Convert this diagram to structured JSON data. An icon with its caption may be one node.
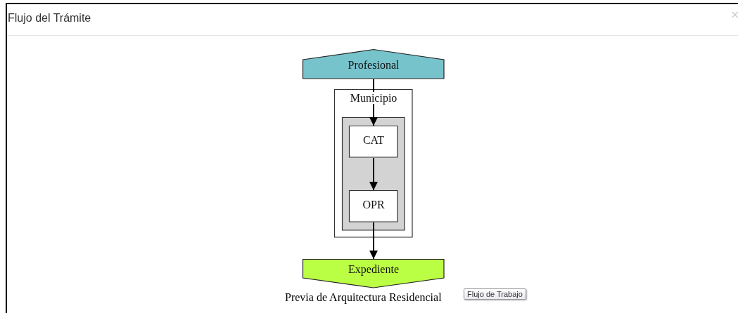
{
  "diagram": {
    "title": "Flujo del Trámite",
    "nodes": [
      {
        "text": [
          "Profesional"
        ]
      },
      {
        "text": [
          "Municipio"
        ]
      },
      {
        "text": [],
        "shape": "box",
        "in": 1
      },
      {
        "text": [
          "CAT"
        ],
        "in": 2
      },
      {
        "text": [
          "OPR"
        ],
        "in": 2
      },
      {
        "text": [
          "Expediente"
        ]
      }
    ],
    "edges": [
      {
        "from": 0,
        "to": 3,
        "arrow": "to"
      },
      {
        "from": 3,
        "to": 4,
        "arrow": "to"
      },
      {
        "from": 4,
        "to": 5,
        "arrow": "to"
      }
    ],
    "labels": [
      "×",
      "Previa de Arquitectura Residencial",
      "Flujo de Trabajo"
    ]
  }
}
